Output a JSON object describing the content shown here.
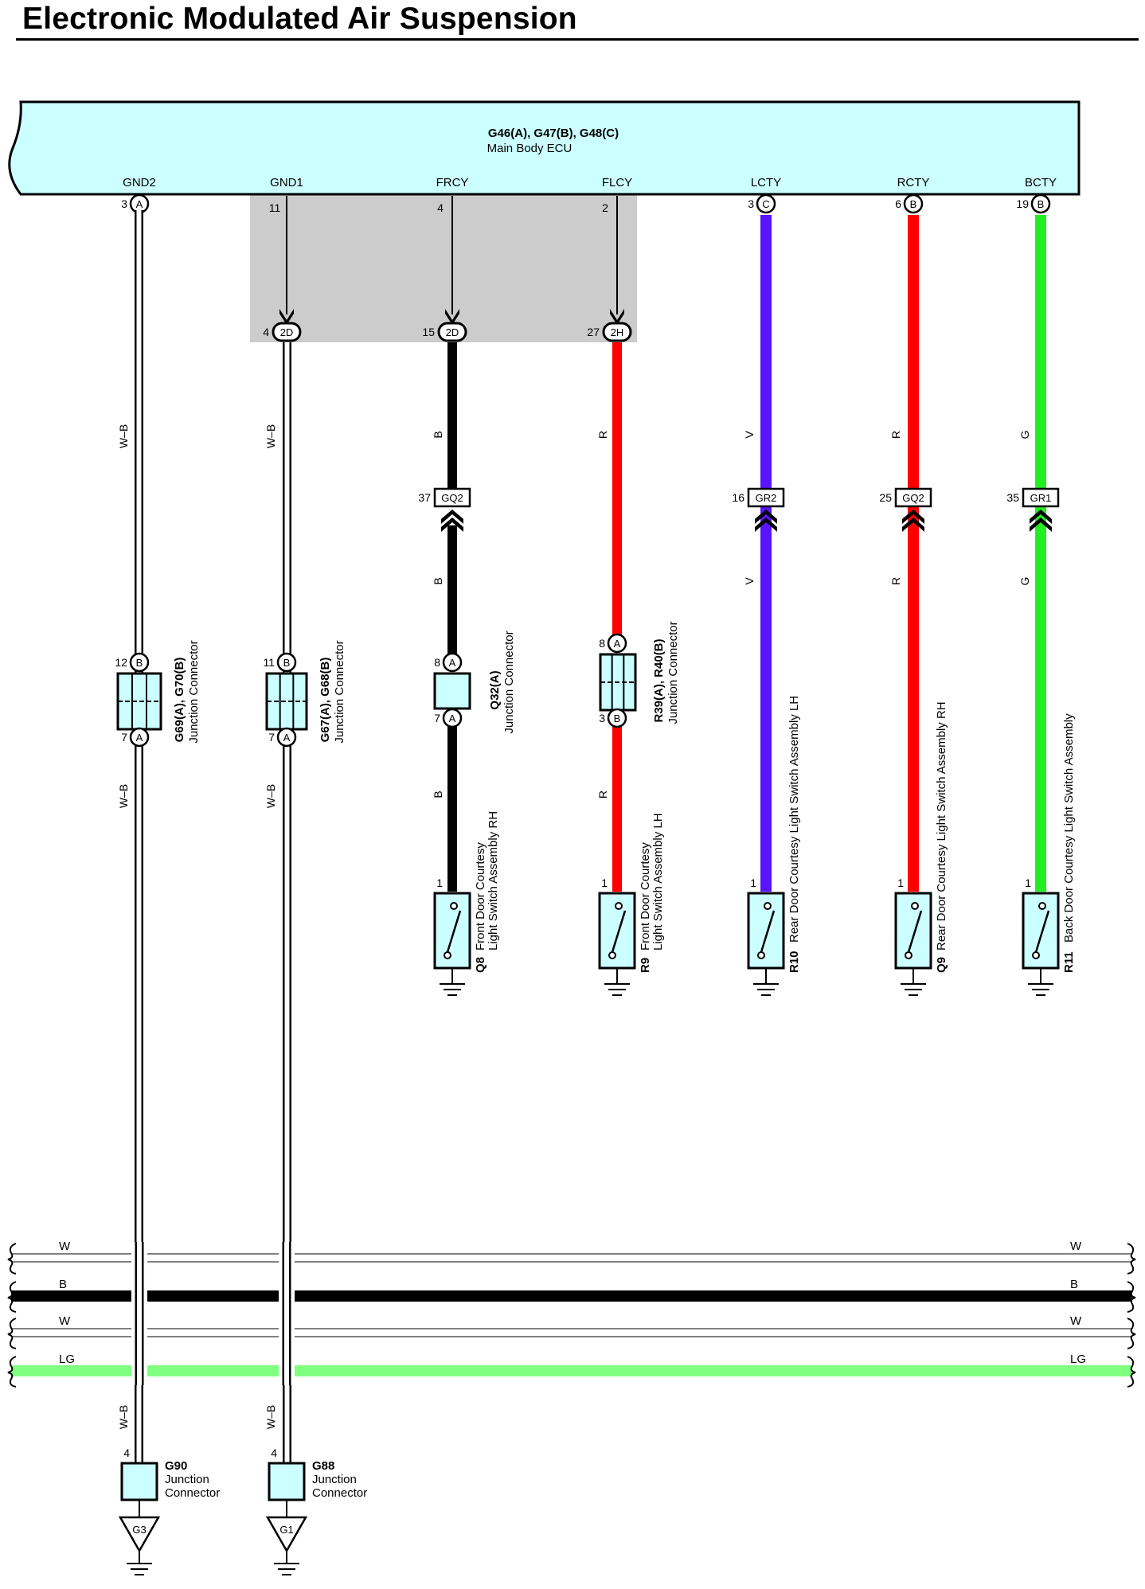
{
  "title": "Electronic Modulated Air Suspension",
  "ecu": {
    "ref": "G46(A), G47(B), G48(C)",
    "name": "Main Body ECU",
    "color": "#ccffff",
    "pins": [
      {
        "signal": "GND2",
        "pin": "3",
        "conn": "A"
      },
      {
        "signal": "GND1",
        "pin": "11"
      },
      {
        "signal": "FRCY",
        "pin": "4"
      },
      {
        "signal": "FLCY",
        "pin": "2"
      },
      {
        "signal": "LCTY",
        "pin": "3",
        "conn": "C"
      },
      {
        "signal": "RCTY",
        "pin": "6",
        "conn": "B"
      },
      {
        "signal": "BCTY",
        "pin": "19",
        "conn": "B"
      }
    ]
  },
  "inline_connectors": [
    {
      "pin": "4",
      "code": "2D"
    },
    {
      "pin": "15",
      "code": "2D"
    },
    {
      "pin": "27",
      "code": "2H"
    }
  ],
  "harness_connectors": [
    {
      "pin": "37",
      "code": "GQ2"
    },
    {
      "pin": "16",
      "code": "GR2"
    },
    {
      "pin": "25",
      "code": "GQ2"
    },
    {
      "pin": "35",
      "code": "GR1"
    }
  ],
  "junction_connectors": [
    {
      "ref": "G69(A), G70(B)",
      "name": "Junction Connector",
      "top_pin": "12",
      "top_conn": "B",
      "bottom_pin": "7",
      "bottom_conn": "A"
    },
    {
      "ref": "G67(A), G68(B)",
      "name": "Junction Connector",
      "top_pin": "11",
      "top_conn": "B",
      "bottom_pin": "7",
      "bottom_conn": "A"
    },
    {
      "ref": "Q32(A)",
      "name": "Junction Connector",
      "top_pin": "8",
      "top_conn": "A",
      "bottom_pin": "7",
      "bottom_conn": "A"
    },
    {
      "ref": "R39(A), R40(B)",
      "name": "Junction Connector",
      "top_pin": "8",
      "top_conn": "A",
      "bottom_pin": "3",
      "bottom_conn": "B"
    }
  ],
  "switches": [
    {
      "ref": "Q8",
      "line1": "Front Door Courtesy",
      "line2": "Light Switch Assembly RH",
      "pin": "1"
    },
    {
      "ref": "R9",
      "line1": "Front Door Courtesy",
      "line2": "Light Switch Assembly LH",
      "pin": "1"
    },
    {
      "ref": "R10",
      "line1": "Rear Door Courtesy Light Switch Assembly LH",
      "line2": "",
      "pin": "1"
    },
    {
      "ref": "Q9",
      "line1": "Rear Door Courtesy Light Switch Assembly RH",
      "line2": "",
      "pin": "1"
    },
    {
      "ref": "R11",
      "line1": "Back Door Courtesy Light Switch Assembly",
      "line2": "",
      "pin": "1"
    }
  ],
  "ground_junctions": [
    {
      "ref": "G90",
      "line1": "Junction",
      "line2": "Connector",
      "pin": "4",
      "ground": "G3"
    },
    {
      "ref": "G88",
      "line1": "Junction",
      "line2": "Connector",
      "pin": "4",
      "ground": "G1"
    }
  ],
  "wire_colors": {
    "W-B": "W–B",
    "B": "B",
    "R": "R",
    "V": "V",
    "G": "G"
  },
  "wire_hex": {
    "black": "#000000",
    "red": "#ff0000",
    "violet": "#5a14ff",
    "green": "#22ee22",
    "light_green": "#80ff80"
  },
  "bus_lines": [
    {
      "label": "W",
      "color": "#ffffff"
    },
    {
      "label": "B",
      "color": "#000000"
    },
    {
      "label": "W",
      "color": "#ffffff"
    },
    {
      "label": "LG",
      "color": "#80ff80"
    }
  ]
}
